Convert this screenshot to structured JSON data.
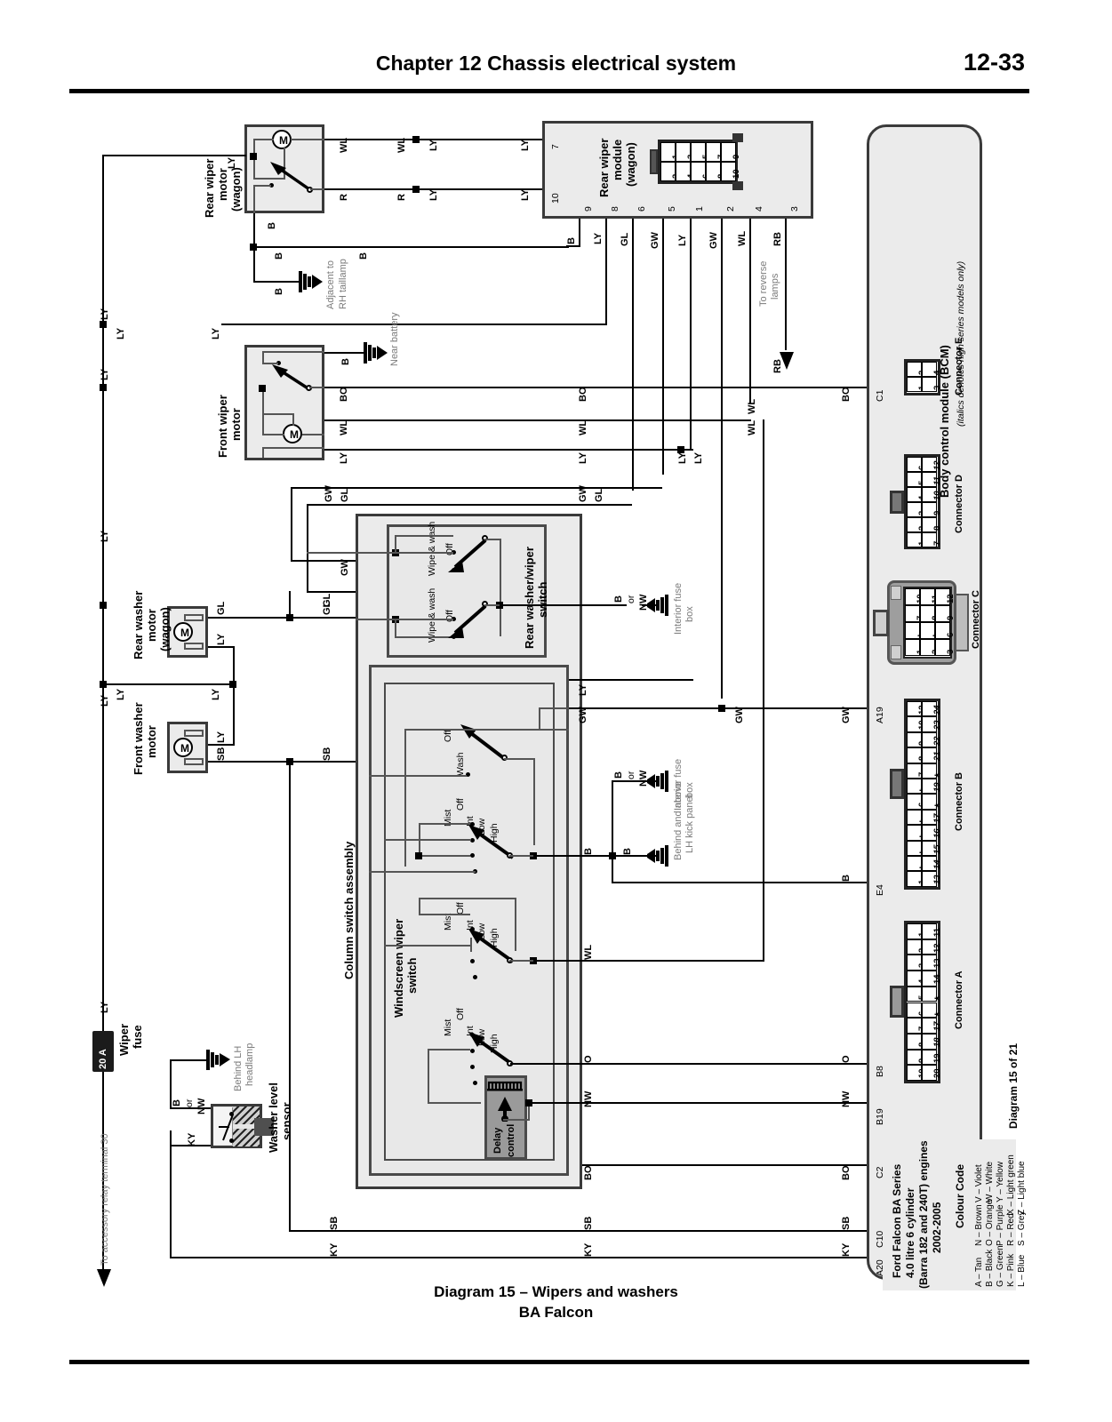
{
  "header": {
    "chapter_title": "Chapter 12   Chassis electrical system",
    "page_number": "12-33"
  },
  "caption": {
    "line1": "Diagram 15 – Wipers and washers",
    "line2": "BA Falcon"
  },
  "diagram_ref": "Diagram 15 of 21",
  "vehicle_info": {
    "line1": "Ford Falcon BA Series",
    "line2": "4.0 litre 6 cylinder",
    "line3": "(Barra 182 and 240T) engines",
    "line4": "2002-2005"
  },
  "colour_code": {
    "title": "Colour Code",
    "col1": [
      "A  –  Tan",
      "B  –  Black",
      "G  –  Green",
      "K  –  Pink",
      "L  –  Blue"
    ],
    "col2": [
      "N  –  Brown",
      "O  –  Orange",
      "P  –  Purple",
      "R  –  Red",
      "S  –  Grey"
    ],
    "col3": [
      "V  –  Violet",
      "W  –  White",
      "Y  –  Yellow",
      "X  –  Light green",
      "Z  –  Light blue"
    ]
  },
  "components": {
    "rear_wiper_motor": "Rear wiper\nmotor\n(wagon)",
    "rear_wiper_motor_l1": "Rear wiper",
    "rear_wiper_motor_l2": "motor",
    "rear_wiper_motor_l3": "(wagon)",
    "rear_wiper_module_l1": "Rear wiper",
    "rear_wiper_module_l2": "module",
    "rear_wiper_module_l3": "(wagon)",
    "front_wiper_motor_l1": "Front wiper",
    "front_wiper_motor_l2": "motor",
    "rear_washer_motor_l1": "Rear washer",
    "rear_washer_motor_l2": "motor",
    "rear_washer_motor_l3": "(wagon)",
    "front_washer_motor_l1": "Front washer",
    "front_washer_motor_l2": "motor",
    "rear_washer_wiper_switch_l1": "Rear washer/wiper",
    "rear_washer_wiper_switch_l2": "switch",
    "windscreen_wiper_switch_l1": "Windscreen wiper",
    "windscreen_wiper_switch_l2": "switch",
    "column_switch_assembly": "Column switch assembly",
    "washer_level_sensor_l1": "Washer level",
    "washer_level_sensor_l2": "sensor",
    "delay_control_l1": "Delay",
    "delay_control_l2": "control",
    "bcm_title": "Body control module (BCM)",
    "bcm_note": "(italics denotes high series models only)",
    "wiper_fuse_l1": "Wiper",
    "wiper_fuse_l2": "fuse",
    "wiper_fuse_rating": "20 A",
    "motor_symbol": "M"
  },
  "notes": {
    "adjacent_rh_taillamp_l1": "Adjacent to",
    "adjacent_rh_taillamp_l2": "RH taillamp",
    "near_battery": "Near battery",
    "to_reverse_lamps_l1": "To reverse",
    "to_reverse_lamps_l2": "lamps",
    "interior_fuse_box_l1": "Interior fuse",
    "interior_fuse_box_l2": "box",
    "behind_above_lh_kick_l1": "Behind and above",
    "behind_above_lh_kick_l2": "LH kick panel",
    "behind_lh_headlamp_l1": "Behind LH",
    "behind_lh_headlamp_l2": "headlamp",
    "to_accessory_relay": "To accessory relay terminal 30"
  },
  "switch_positions": {
    "wipe_wash": "Wipe & wash",
    "off": "Off",
    "wash": "Wash",
    "mist": "Mist",
    "int": "Int",
    "low": "Low",
    "high": "High"
  },
  "wire_labels": {
    "WL": "WL",
    "LY": "LY",
    "R": "R",
    "B": "B",
    "GL": "GL",
    "GW": "GW",
    "RB": "RB",
    "BO": "BO",
    "SB": "SB",
    "NW": "NW",
    "O": "O",
    "KY": "KY",
    "B_or_NW_1": "B",
    "B_or_NW_or": "or",
    "B_or_NW_2": "NW"
  },
  "module_terminals": {
    "left_top": "7",
    "left_bottom": "10",
    "bottom": [
      "9",
      "8",
      "6",
      "5",
      "1",
      "2",
      "4",
      "3"
    ],
    "bottom_wires": [
      "B",
      "LY",
      "GL",
      "GW",
      "LY",
      "GW",
      "WL",
      "RB"
    ],
    "inline_grid_top": [
      "1",
      "3",
      "5",
      "7",
      "9"
    ],
    "inline_grid_bottom": [
      "2",
      "4",
      "6",
      "8",
      "10"
    ]
  },
  "bcm_pins": [
    {
      "id": "C1",
      "wire": "BO"
    },
    {
      "id": "A19",
      "wire": "GW"
    },
    {
      "id": "E4",
      "wire": "B"
    },
    {
      "id": "B8",
      "wire": "O"
    },
    {
      "id": "B19",
      "wire": "NW"
    },
    {
      "id": "C2",
      "wire": "BO"
    },
    {
      "id": "C10",
      "wire": "SB"
    },
    {
      "id": "A20",
      "wire": "KY"
    }
  ],
  "connectors": [
    {
      "name": "Connector E",
      "rows": [
        [
          "2",
          "4"
        ],
        [
          "1",
          "3"
        ]
      ],
      "italics": []
    },
    {
      "name": "Connector D",
      "rows": [
        [
          "6",
          "12"
        ],
        [
          "5",
          "11"
        ],
        [
          "4",
          "10"
        ],
        [
          "3",
          "9"
        ],
        [
          "2",
          "8"
        ],
        [
          "1",
          "7"
        ]
      ],
      "italics": [
        "12",
        "11",
        "10"
      ]
    },
    {
      "name": "Connector C",
      "rows": [
        [
          "10",
          "11",
          "12"
        ],
        [
          "7",
          "8",
          "9"
        ],
        [
          "*",
          "*",
          "6"
        ],
        [
          "1",
          "2",
          "3"
        ]
      ],
      "italics": []
    },
    {
      "name": "Connector B",
      "rows": [
        [
          "12",
          "24"
        ],
        [
          "10",
          "23"
        ],
        [
          "9",
          "22"
        ],
        [
          "8",
          "21"
        ],
        [
          "7",
          "*"
        ],
        [
          "*",
          "19"
        ],
        [
          "6",
          "*"
        ],
        [
          "*",
          "17"
        ],
        [
          "*",
          "16"
        ],
        [
          "*",
          "15"
        ],
        [
          "*",
          "14"
        ],
        [
          "1",
          "13"
        ]
      ],
      "italics": [
        "24",
        "23",
        "22",
        "21",
        "19",
        "17",
        "16",
        "15",
        "14",
        "13"
      ]
    },
    {
      "name": "Connector A",
      "rows": [
        [
          "1",
          "11"
        ],
        [
          "2",
          "12"
        ],
        [
          "3",
          "13"
        ],
        [
          "4",
          "14"
        ],
        [
          "5",
          "*"
        ],
        [
          "6",
          "*"
        ],
        [
          "7",
          "17"
        ],
        [
          "8",
          "18"
        ],
        [
          "9",
          "19"
        ],
        [
          "10",
          "20"
        ]
      ],
      "italics": [
        "17",
        "18"
      ]
    }
  ]
}
